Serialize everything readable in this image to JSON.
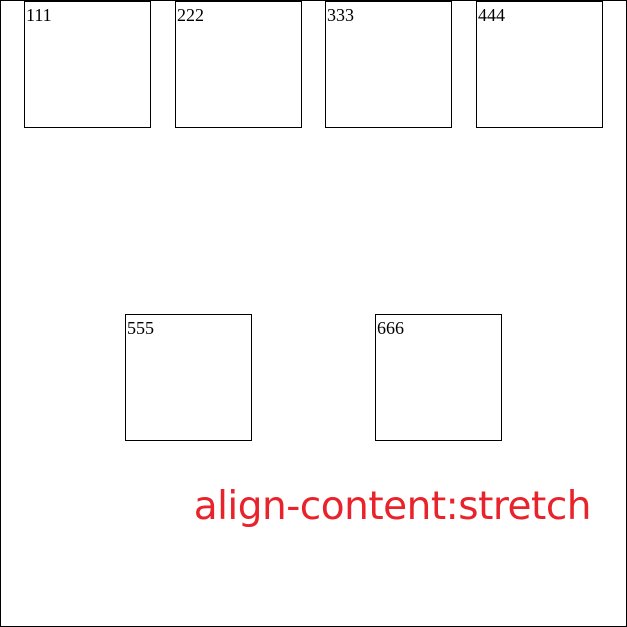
{
  "items": [
    {
      "label": "111"
    },
    {
      "label": "222"
    },
    {
      "label": "333"
    },
    {
      "label": "444"
    },
    {
      "label": "555"
    },
    {
      "label": "666"
    }
  ],
  "caption": {
    "text": "align-content:stretch",
    "color": "#e8232b"
  },
  "colors": {
    "border": "#000000",
    "background": "#ffffff"
  }
}
